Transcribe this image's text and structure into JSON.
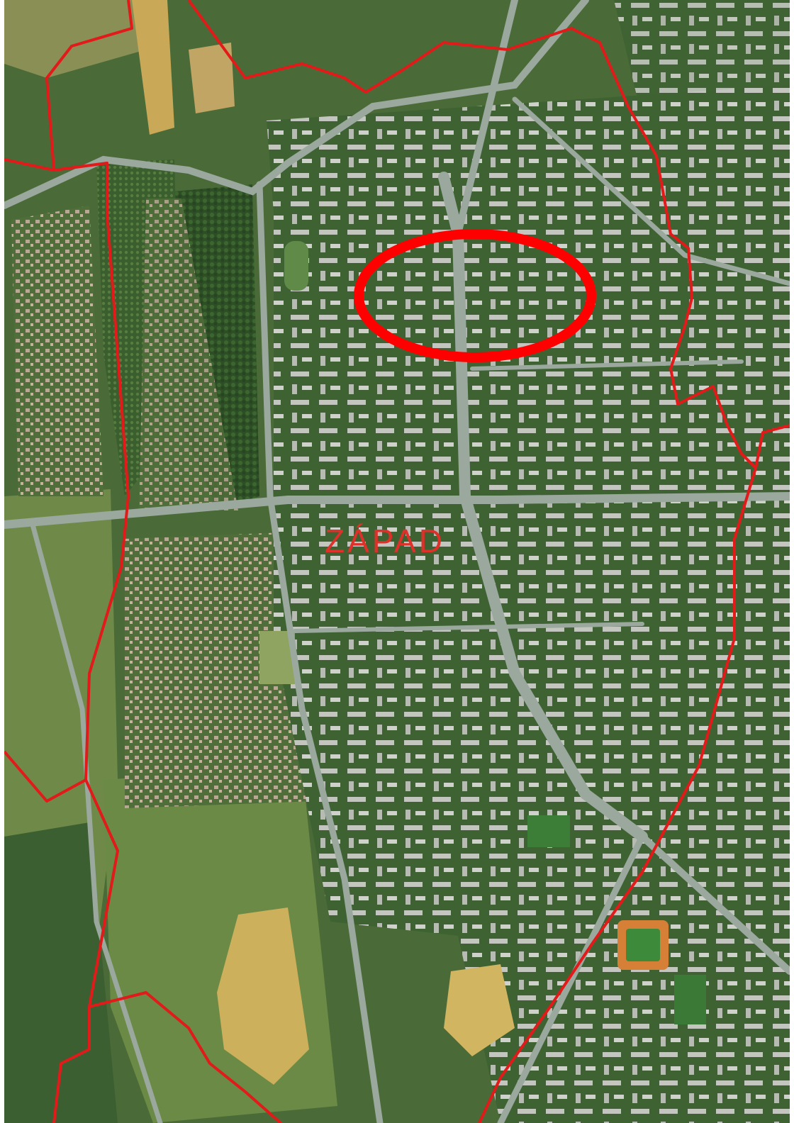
{
  "map": {
    "district_label": "ZÁPAD",
    "colors": {
      "boundary": "#e21a1a",
      "highlight": "#ff0000",
      "label": "#e0302a",
      "vegetation": "#2f5a2a",
      "grass": "#6e8a45",
      "road": "#9aa89e",
      "field": "#d4b45a",
      "building": "#c9ccc4",
      "roof_orange": "#d98a3a"
    },
    "icons": {
      "district-boundary": "red-polyline",
      "highlighted-area": "red-ellipse",
      "stadium": "sports-field"
    }
  }
}
